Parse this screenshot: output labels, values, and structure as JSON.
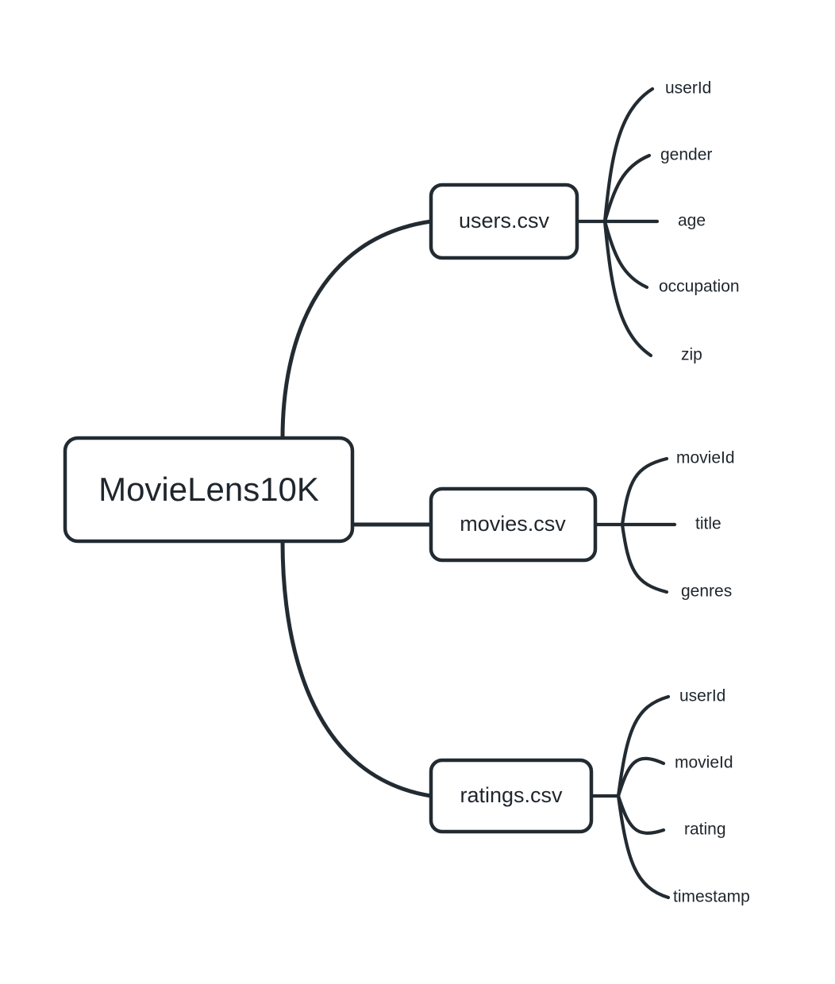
{
  "diagram": {
    "type": "mindmap",
    "title": "MovieLens10K dataset schema mindmap",
    "background_color": "#ffffff",
    "stroke_color": "#232b32",
    "text_color": "#1f262d"
  },
  "root": {
    "label": "MovieLens10K"
  },
  "branches": [
    {
      "label": "users.csv",
      "leaves": [
        {
          "label": "userId"
        },
        {
          "label": "gender"
        },
        {
          "label": "age"
        },
        {
          "label": "occupation"
        },
        {
          "label": "zip"
        }
      ]
    },
    {
      "label": "movies.csv",
      "leaves": [
        {
          "label": "movieId"
        },
        {
          "label": "title"
        },
        {
          "label": "genres"
        }
      ]
    },
    {
      "label": "ratings.csv",
      "leaves": [
        {
          "label": "userId"
        },
        {
          "label": "movieId"
        },
        {
          "label": "rating"
        },
        {
          "label": "timestamp"
        }
      ]
    }
  ]
}
